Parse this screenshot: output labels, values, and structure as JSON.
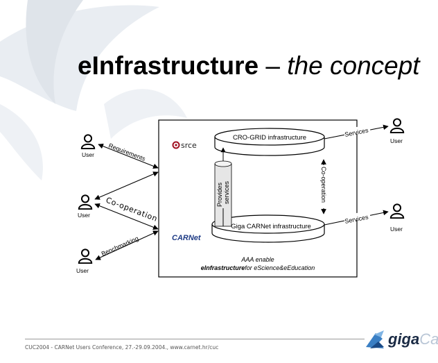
{
  "title": {
    "bold": "eInfrastructure",
    "dash": " – ",
    "italic": "the concept"
  },
  "users": {
    "left_top": "User",
    "left_mid": "User",
    "left_bottom": "User",
    "right_top": "User",
    "right_bottom": "User"
  },
  "links": {
    "requirements": "Requirements",
    "co_operation_left": "Co-operation",
    "benchmarking": "Benchmarking",
    "services_top": "Services",
    "services_bottom": "Services",
    "co_operation_vertical": "Co-operation",
    "provides_services_1": "Provides",
    "provides_services_2": "services"
  },
  "cylinders": {
    "top": "CRO-GRID infrastructure",
    "bottom": "Giga CARNet infrastructure"
  },
  "logos": {
    "srce": "srce",
    "carnet": "CARNet"
  },
  "aaa": {
    "line1": "AAA enable",
    "line2_bold": "eInfrastructure",
    "line2_rest": "for eScience&eEducation"
  },
  "footer": {
    "text": "CUC2004 - CARNet Users Conference, 27.-29.09.2004., www.carnet.hr/cuc"
  },
  "brand": {
    "giga": "giga",
    "suffix": "Ca"
  },
  "colors": {
    "diagram_stroke": "#000000",
    "swirl": "#e7ebf0",
    "brand_dark": "#1a2a44"
  }
}
